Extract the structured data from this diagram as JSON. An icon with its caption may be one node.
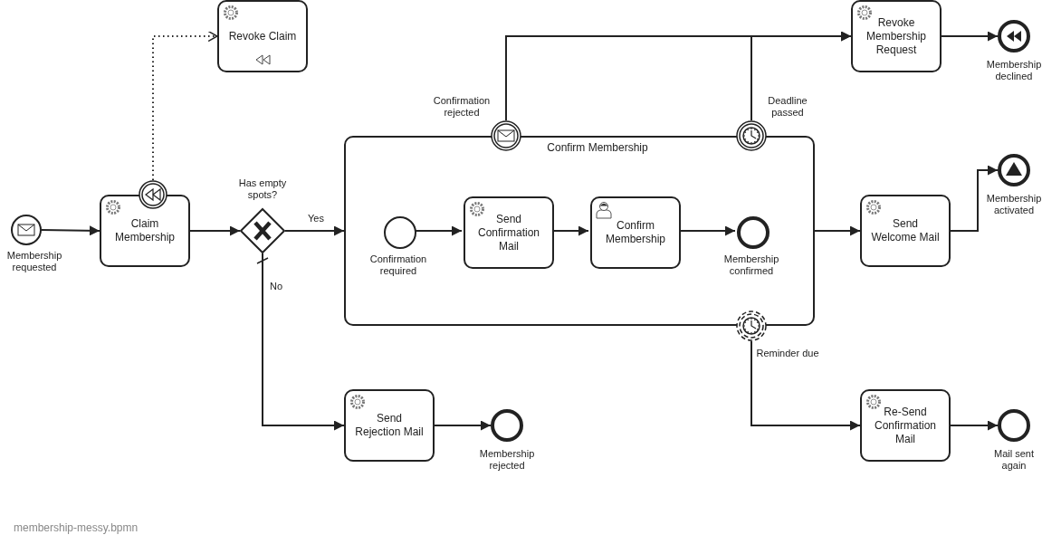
{
  "diagram": {
    "nodes": [
      {
        "text": [],
        "shape": "circle",
        "beside": [
          "Membership requested"
        ]
      },
      {
        "text": [
          "Claim Membership"
        ]
      },
      {
        "text": [],
        "shape": "circle"
      },
      {
        "text": [
          "Revoke Claim"
        ]
      },
      {
        "text": [],
        "shape": "diamond",
        "beside": [
          "Has empty spots?"
        ]
      },
      {
        "text": [
          "Confirm Membership"
        ]
      },
      {
        "text": [],
        "shape": "circle",
        "beside": [
          "Confirmation required"
        ],
        "in": 5
      },
      {
        "text": [
          "Send Confirmation Mail"
        ],
        "in": 5
      },
      {
        "text": [
          "Confirm Membership"
        ],
        "in": 5
      },
      {
        "text": [],
        "shape": "circle",
        "beside": [
          "Membership confirmed"
        ],
        "in": 5
      },
      {
        "text": [],
        "shape": "circle",
        "beside": [
          "Confirmation rejected"
        ]
      },
      {
        "text": [],
        "shape": "circle",
        "beside": [
          "Deadline passed"
        ]
      },
      {
        "text": [],
        "shape": "circle",
        "beside": [
          "Reminder due"
        ]
      },
      {
        "text": [
          "Revoke Membership Request"
        ]
      },
      {
        "text": [],
        "shape": "circle",
        "beside": [
          "Membership declined"
        ]
      },
      {
        "text": [
          "Send Welcome Mail"
        ]
      },
      {
        "text": [],
        "shape": "circle",
        "beside": [
          "Membership activated"
        ]
      },
      {
        "text": [
          "Send Rejection Mail"
        ]
      },
      {
        "text": [],
        "shape": "circle",
        "beside": [
          "Membership rejected"
        ]
      },
      {
        "text": [
          "Re-Send Confirmation Mail"
        ]
      },
      {
        "text": [],
        "shape": "circle",
        "beside": [
          "Mail sent again"
        ]
      }
    ],
    "edges": [
      {
        "from": 0,
        "to": 1,
        "arrow": "to"
      },
      {
        "from": 1,
        "to": 4,
        "arrow": "to"
      },
      {
        "from": 4,
        "to": 5,
        "arrow": "to",
        "label": "Yes"
      },
      {
        "from": 4,
        "to": 17,
        "arrow": "to",
        "label": "No"
      },
      {
        "from": 2,
        "to": 3,
        "arrow": "to",
        "style": "dashed"
      },
      {
        "from": 6,
        "to": 7,
        "arrow": "to"
      },
      {
        "from": 7,
        "to": 8,
        "arrow": "to"
      },
      {
        "from": 8,
        "to": 9,
        "arrow": "to"
      },
      {
        "from": 10,
        "to": 13,
        "arrow": "to"
      },
      {
        "from": 11,
        "to": 13,
        "arrow": "to"
      },
      {
        "from": 13,
        "to": 14,
        "arrow": "to"
      },
      {
        "from": 5,
        "to": 15,
        "arrow": "to"
      },
      {
        "from": 15,
        "to": 16,
        "arrow": "to"
      },
      {
        "from": 12,
        "to": 19,
        "arrow": "to"
      },
      {
        "from": 19,
        "to": 20,
        "arrow": "to"
      },
      {
        "from": 17,
        "to": 18,
        "arrow": "to"
      }
    ],
    "labels": [
      "membership-messy.bpmn"
    ]
  }
}
